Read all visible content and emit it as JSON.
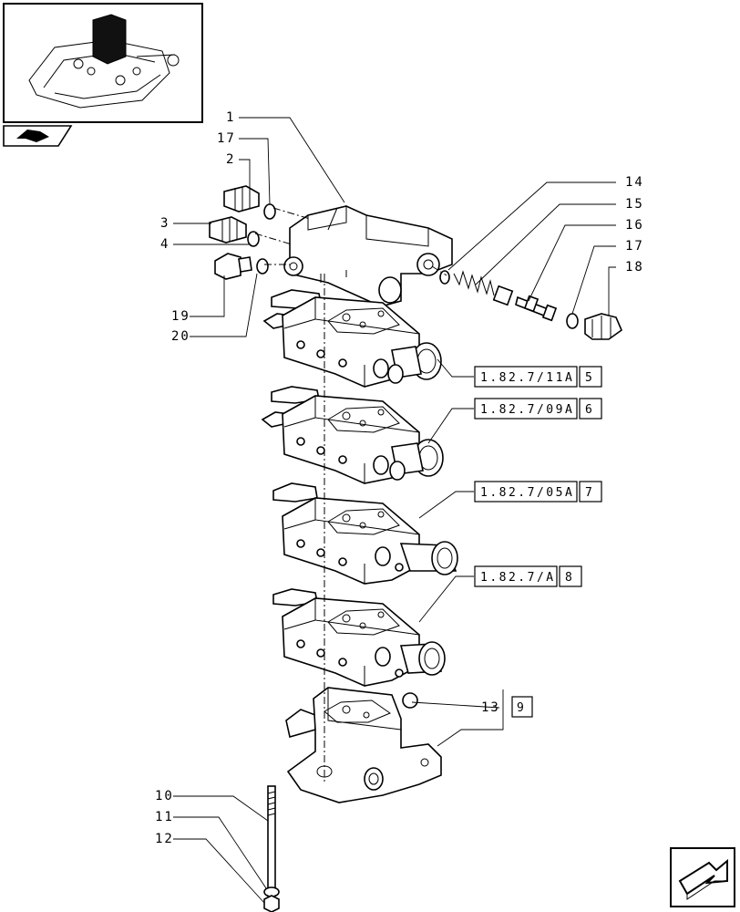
{
  "callouts": {
    "c1": "1",
    "c17a": "17",
    "c2": "2",
    "c3": "3",
    "c4": "4",
    "c19": "19",
    "c20": "20",
    "c14": "14",
    "c15": "15",
    "c16": "16",
    "c17b": "17",
    "c18": "18",
    "c13": "13",
    "c10": "10",
    "c11": "11",
    "c12": "12"
  },
  "references": [
    {
      "code": "1.82.7/11A",
      "num": "5"
    },
    {
      "code": "1.82.7/09A",
      "num": "6"
    },
    {
      "code": "1.82.7/05A",
      "num": "7"
    },
    {
      "code": "1.82.7/A",
      "num": "8"
    }
  ],
  "ref13": {
    "num": "9"
  },
  "icons": {
    "thumbnail": "assembly-thumbnail",
    "nav_top": "book-arrow-icon",
    "nav_bottom": "next-page-arrow-icon"
  }
}
